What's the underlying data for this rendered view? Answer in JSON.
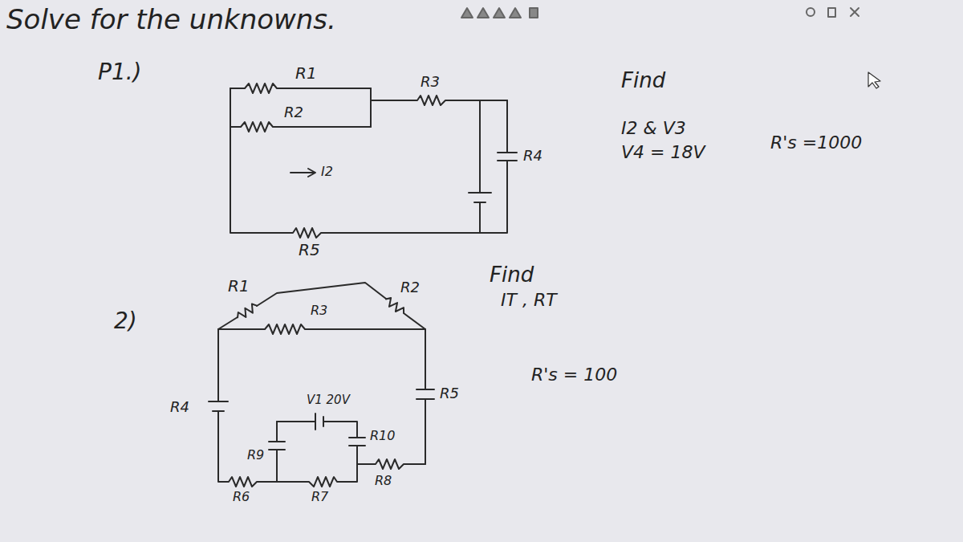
{
  "diagram": {
    "title": "Solve for the unknowns.",
    "labels": [
      "P1.)",
      "R1",
      "R2",
      "I2",
      "R3",
      "R4",
      "R5",
      "Find",
      "I2 & V3",
      "V4 = 18V",
      "R's =1000",
      "2)",
      "R1",
      "R3",
      "R2",
      "Find",
      "IT , RT",
      "R's = 100",
      "V1 20V",
      "R5",
      "R4",
      "R9",
      "R10",
      "R6",
      "R7",
      "R8"
    ]
  }
}
